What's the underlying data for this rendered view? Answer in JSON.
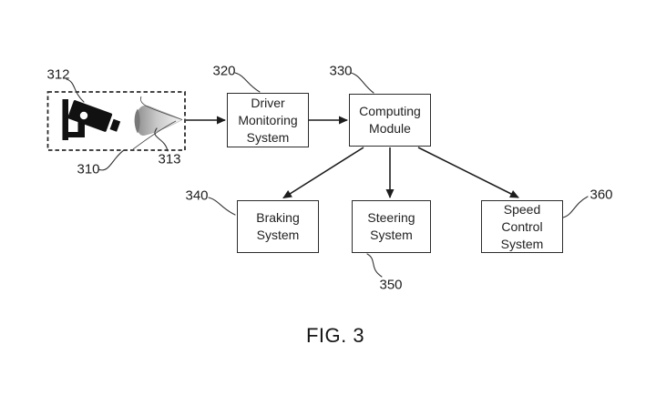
{
  "figure": {
    "caption": "FIG. 3"
  },
  "colors": {
    "ink": "#1d1d1d",
    "background": "#ffffff",
    "beam_dark": "#787878",
    "beam_light": "#f2f2f2"
  },
  "sensor_unit": {
    "ref": "310",
    "camera": {
      "ref": "312",
      "icon": "cctv-camera-icon"
    },
    "gaze_beam": {
      "ref": "313",
      "icon": "gaze-beam-icon"
    }
  },
  "nodes": [
    {
      "id": "driver-monitoring-system",
      "ref": "320",
      "lines": [
        "Driver",
        "Monitoring",
        "System"
      ]
    },
    {
      "id": "computing-module",
      "ref": "330",
      "lines": [
        "Computing",
        "Module"
      ]
    },
    {
      "id": "braking-system",
      "ref": "340",
      "lines": [
        "Braking",
        "System"
      ]
    },
    {
      "id": "steering-system",
      "ref": "350",
      "lines": [
        "Steering",
        "System"
      ]
    },
    {
      "id": "speed-control-system",
      "ref": "360",
      "lines": [
        "Speed",
        "Control",
        "System"
      ]
    }
  ]
}
